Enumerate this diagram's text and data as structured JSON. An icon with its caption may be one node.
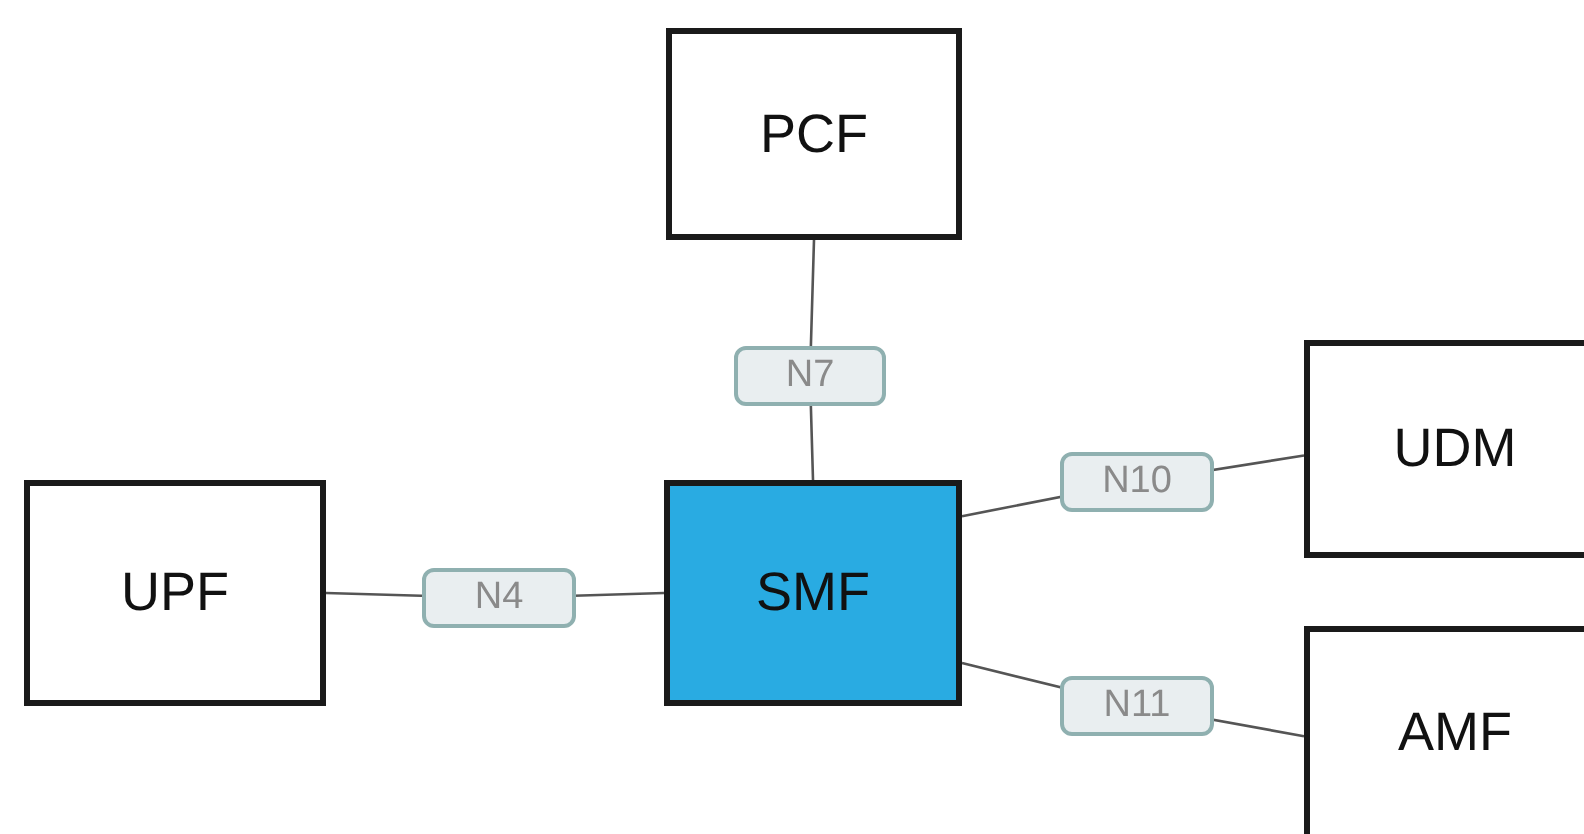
{
  "diagram": {
    "nodes": [
      {
        "text": [
          "PCF"
        ]
      },
      {
        "text": [
          "UPF"
        ]
      },
      {
        "text": [
          "SMF"
        ]
      },
      {
        "text": [
          "UDM"
        ]
      },
      {
        "text": [
          "AMF"
        ]
      }
    ],
    "edges": [
      {
        "from": 0,
        "to": 2,
        "arrow": "none",
        "label": "N7"
      },
      {
        "from": 1,
        "to": 2,
        "arrow": "none",
        "label": "N4"
      },
      {
        "from": 2,
        "to": 3,
        "arrow": "none",
        "label": "N10"
      },
      {
        "from": 2,
        "to": 4,
        "arrow": "none",
        "label": "N11"
      }
    ]
  }
}
